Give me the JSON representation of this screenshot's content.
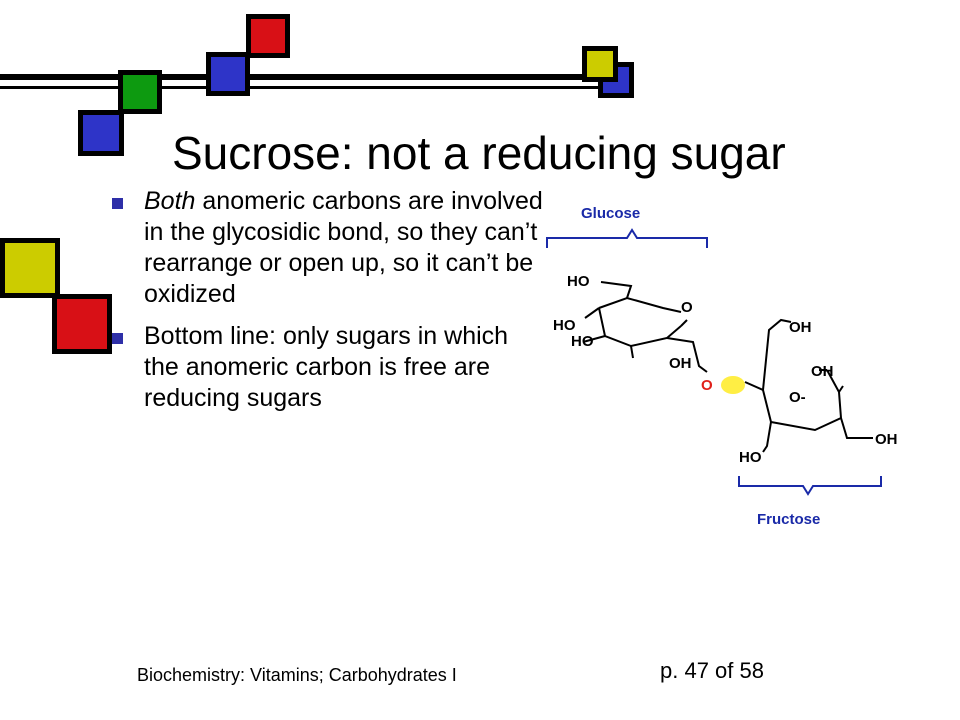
{
  "slide": {
    "title": "Sucrose: not a reducing sugar",
    "bullets": [
      {
        "lead": "Both",
        "text": " anomeric carbons are involved in the glycosidic bond, so they can’t rearrange or open up, so it can’t be oxidized"
      },
      {
        "lead": "",
        "text": "Bottom line: only sugars in which the anomeric carbon is free are reducing sugars"
      }
    ],
    "footer_left": "Biochemistry: Vitamins; Carbohydrates I",
    "footer_right": "p. 47 of 58"
  },
  "figure": {
    "glucose_label": "Glucose",
    "fructose_label": "Fructose",
    "atoms": {
      "ho": "HO",
      "oh": "OH",
      "o": "O",
      "o_dash": "O-",
      "o_bridge": "O"
    }
  },
  "colors": {
    "blue": "#2e34c8",
    "green": "#0d9a10",
    "red": "#d81016",
    "yellow": "#cccc00",
    "bullet": "#2e2fa8",
    "label_blue": "#1a2aa8",
    "bridge_red": "#e0201a",
    "bridge_yellow": "#ffee44"
  }
}
